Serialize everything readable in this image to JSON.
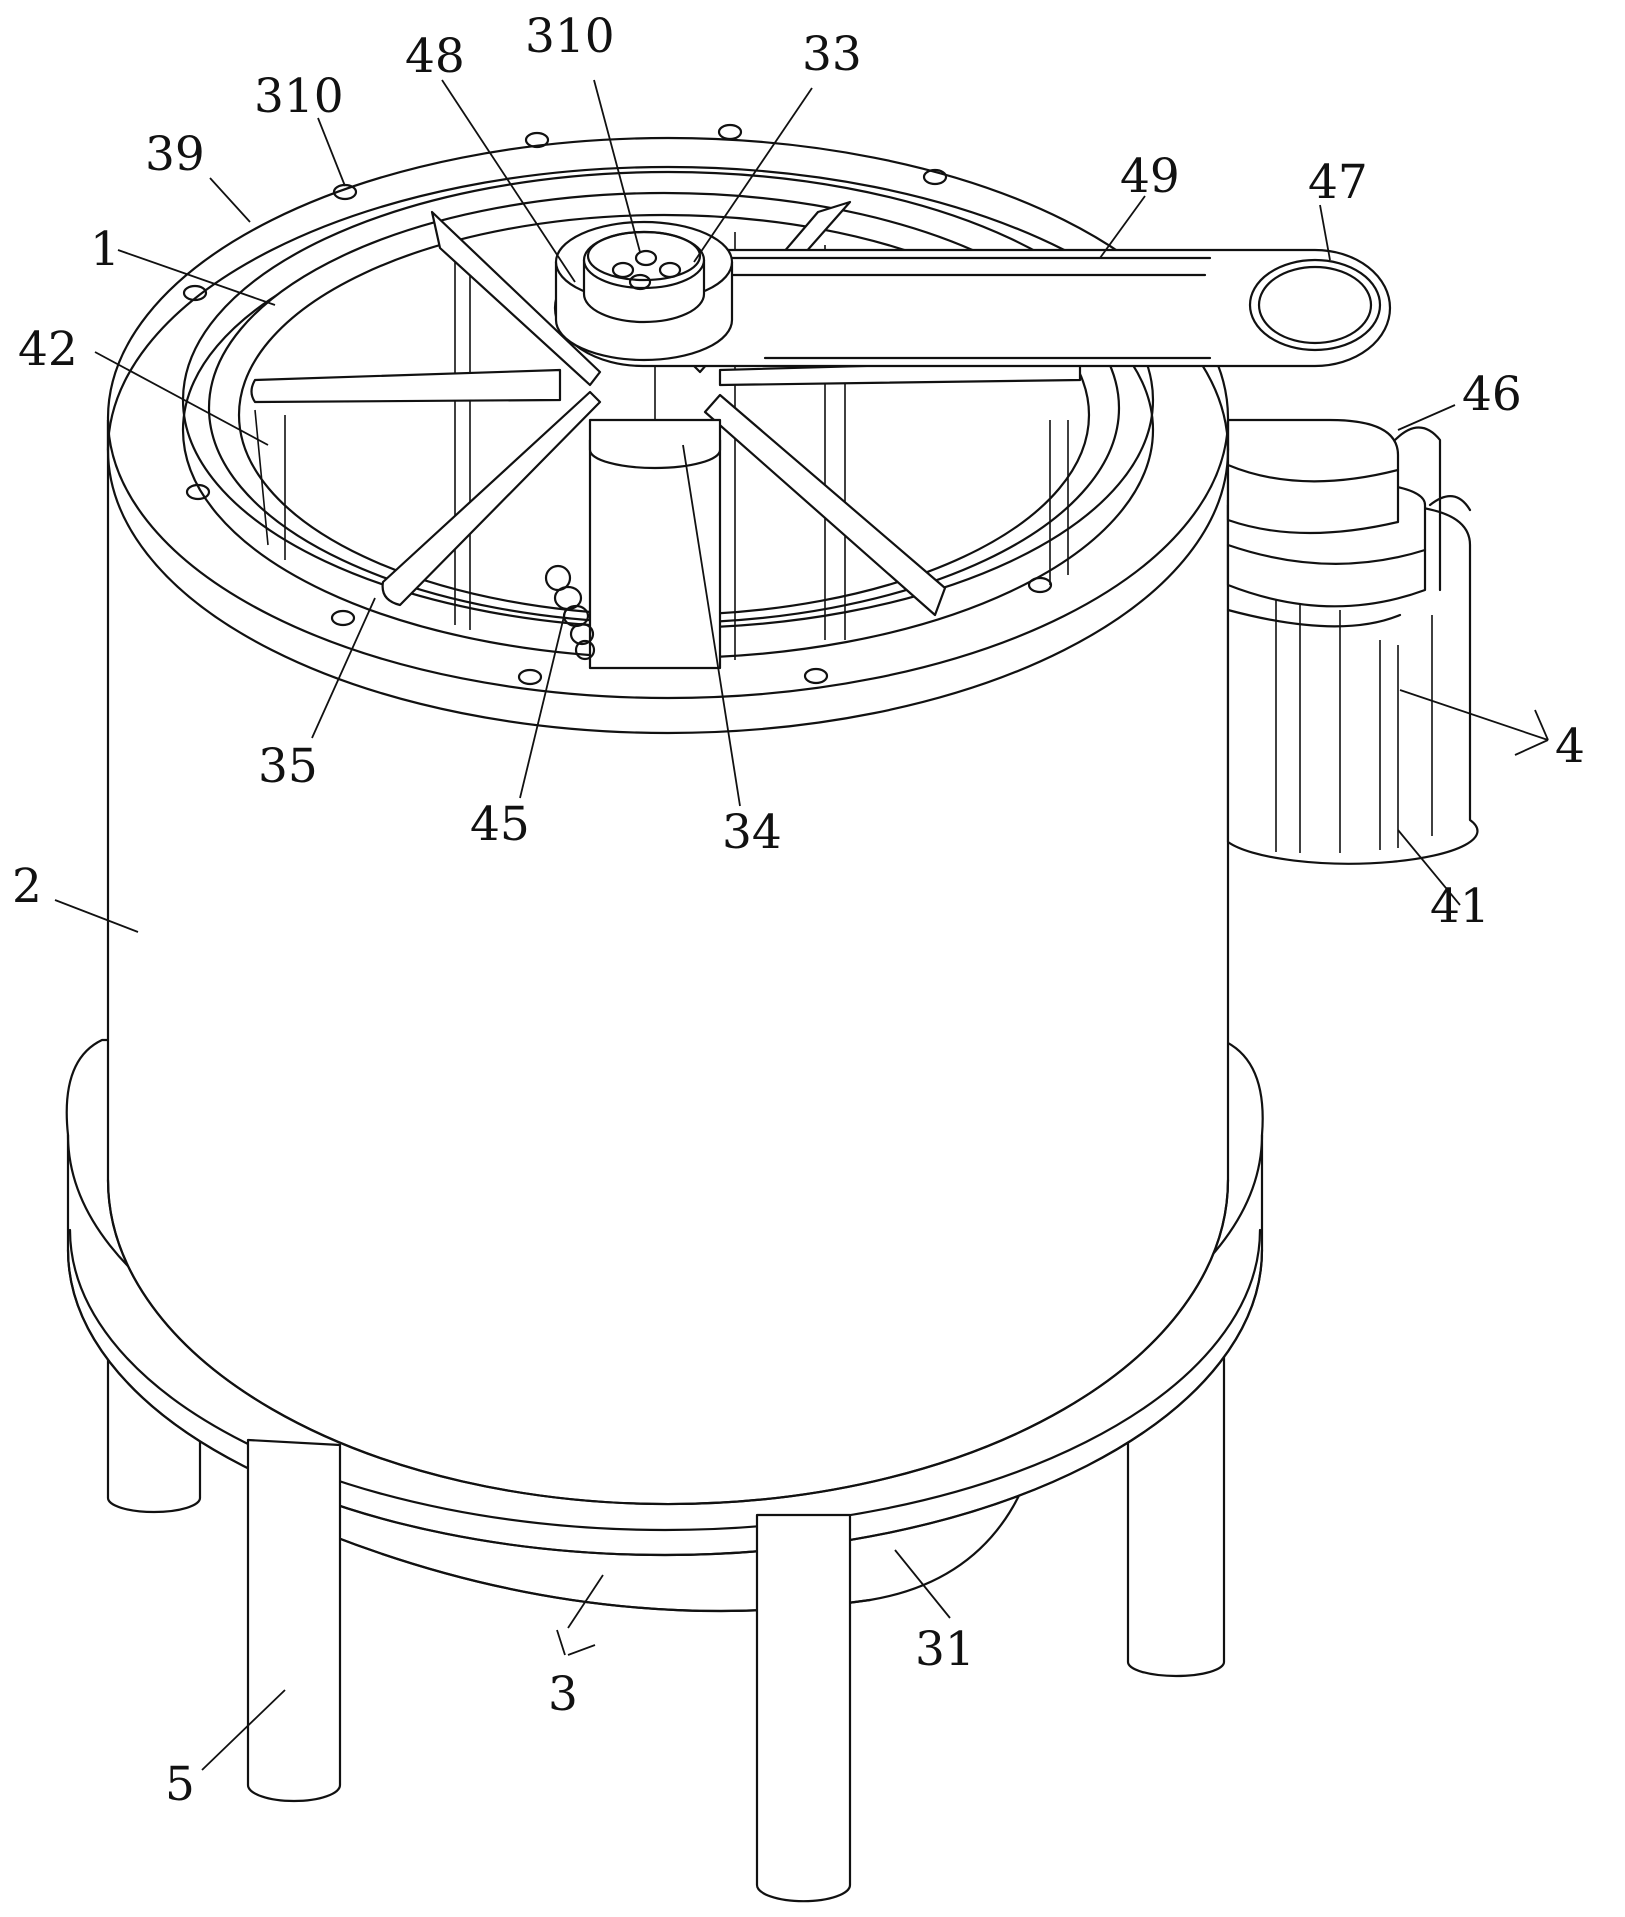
{
  "labels": {
    "l310a": "310",
    "l310b": "310",
    "l48": "48",
    "l33": "33",
    "l39": "39",
    "l49": "49",
    "l47": "47",
    "l1": "1",
    "l42": "42",
    "l46": "46",
    "l35": "35",
    "l45": "45",
    "l34": "34",
    "l4": "4",
    "l41": "41",
    "l2": "2",
    "l31": "31",
    "l3": "3",
    "l5": "5"
  }
}
